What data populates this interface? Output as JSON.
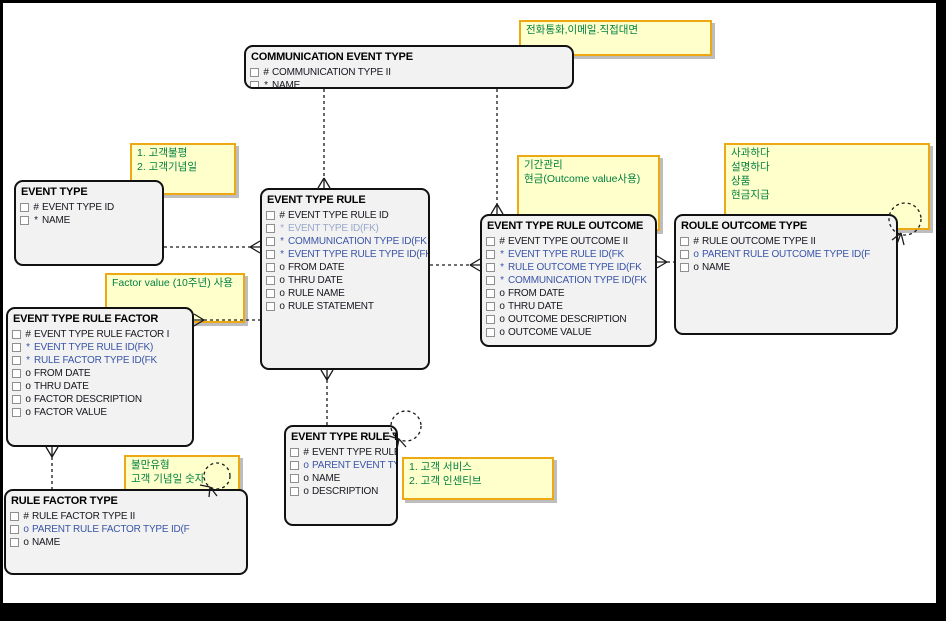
{
  "diagram": {
    "colors": {
      "note_fill": "#ffffcc",
      "note_border": "#eda913",
      "note_text": "#008040",
      "entity_fill": "#f2f2f2",
      "attr_text": "#17171f",
      "fk_text": "#3a55a8",
      "fk_dim_text": "#9aa8cc",
      "line_color": "#1a1a1a"
    },
    "entities": [
      {
        "id": "communication-event-type",
        "title": "COMMUNICATION EVENT TYPE",
        "attributes": [
          {
            "prefix": "#",
            "label": "COMMUNICATION TYPE II",
            "kind": "pk"
          },
          {
            "prefix": "*",
            "label": "NAME",
            "kind": "req"
          }
        ]
      },
      {
        "id": "event-type",
        "title": "EVENT TYPE",
        "attributes": [
          {
            "prefix": "#",
            "label": "EVENT TYPE ID",
            "kind": "pk"
          },
          {
            "prefix": "*",
            "label": "NAME",
            "kind": "req"
          }
        ]
      },
      {
        "id": "event-type-rule",
        "title": "EVENT TYPE RULE",
        "attributes": [
          {
            "prefix": "#",
            "label": "EVENT TYPE RULE ID",
            "kind": "pk"
          },
          {
            "prefix": "*",
            "label": "EVENT TYPE ID(FK)",
            "kind": "fkdim"
          },
          {
            "prefix": "*",
            "label": "COMMUNICATION TYPE ID(FK",
            "kind": "fk"
          },
          {
            "prefix": "*",
            "label": "EVENT TYPE RULE TYPE ID(FK",
            "kind": "fk"
          },
          {
            "prefix": "o",
            "label": "FROM DATE",
            "kind": "opt"
          },
          {
            "prefix": "o",
            "label": "THRU DATE",
            "kind": "opt"
          },
          {
            "prefix": "o",
            "label": "RULE NAME",
            "kind": "opt"
          },
          {
            "prefix": "o",
            "label": "RULE STATEMENT",
            "kind": "opt"
          }
        ]
      },
      {
        "id": "event-type-rule-outcome",
        "title": "EVENT TYPE RULE OUTCOME",
        "attributes": [
          {
            "prefix": "#",
            "label": "EVENT TYPE OUTCOME II",
            "kind": "pk"
          },
          {
            "prefix": "*",
            "label": "EVENT TYPE RULE ID(FK",
            "kind": "fk"
          },
          {
            "prefix": "*",
            "label": "RULE OUTCOME TYPE ID(FK",
            "kind": "fk"
          },
          {
            "prefix": "*",
            "label": "COMMUNICATION TYPE ID(FK",
            "kind": "fk"
          },
          {
            "prefix": "o",
            "label": "FROM DATE",
            "kind": "opt"
          },
          {
            "prefix": "o",
            "label": "THRU DATE",
            "kind": "opt"
          },
          {
            "prefix": "o",
            "label": "OUTCOME DESCRIPTION",
            "kind": "opt"
          },
          {
            "prefix": "o",
            "label": "OUTCOME VALUE",
            "kind": "opt"
          }
        ]
      },
      {
        "id": "roule-outcome-type",
        "title": "ROULE OUTCOME TYPE",
        "attributes": [
          {
            "prefix": "#",
            "label": "RULE OUTCOME TYPE II",
            "kind": "pk"
          },
          {
            "prefix": "o",
            "label": "PARENT RULE OUTCOME TYPE ID(F",
            "kind": "fk"
          },
          {
            "prefix": "o",
            "label": "NAME",
            "kind": "opt"
          }
        ]
      },
      {
        "id": "event-type-rule-factor",
        "title": "EVENT TYPE RULE FACTOR",
        "attributes": [
          {
            "prefix": "#",
            "label": "EVENT TYPE RULE FACTOR I",
            "kind": "pk"
          },
          {
            "prefix": "*",
            "label": "EVENT TYPE RULE ID(FK)",
            "kind": "fk"
          },
          {
            "prefix": "*",
            "label": "RULE FACTOR TYPE ID(FK",
            "kind": "fk"
          },
          {
            "prefix": "o",
            "label": "FROM DATE",
            "kind": "opt"
          },
          {
            "prefix": "o",
            "label": "THRU DATE",
            "kind": "opt"
          },
          {
            "prefix": "o",
            "label": "FACTOR DESCRIPTION",
            "kind": "opt"
          },
          {
            "prefix": "o",
            "label": "FACTOR VALUE",
            "kind": "opt"
          }
        ]
      },
      {
        "id": "rule-factor-type",
        "title": "RULE FACTOR TYPE",
        "attributes": [
          {
            "prefix": "#",
            "label": "RULE FACTOR TYPE II",
            "kind": "pk"
          },
          {
            "prefix": "o",
            "label": "PARENT RULE FACTOR TYPE ID(F",
            "kind": "fk"
          },
          {
            "prefix": "o",
            "label": "NAME",
            "kind": "opt"
          }
        ]
      },
      {
        "id": "event-type-rule-typ",
        "title": "EVENT TYPE RULE TYP",
        "attributes": [
          {
            "prefix": "#",
            "label": "EVENT TYPE RULE T",
            "kind": "pk"
          },
          {
            "prefix": "o",
            "label": "PARENT EVENT TYP",
            "kind": "fk"
          },
          {
            "prefix": "o",
            "label": "NAME",
            "kind": "opt"
          },
          {
            "prefix": "o",
            "label": "DESCRIPTION",
            "kind": "opt"
          }
        ]
      }
    ],
    "notes": [
      {
        "id": "note-communication-types",
        "text": "전화통화,이메일.직접대면"
      },
      {
        "id": "note-event-type-examples",
        "text": "1. 고객불평\n2. 고객기념일"
      },
      {
        "id": "note-outcome-usage",
        "text": "기간관리\n현금(Outcome value사용)"
      },
      {
        "id": "note-outcome-type-examples",
        "text": "사과하다\n설명하다\n상품\n현금지급"
      },
      {
        "id": "note-factor-value",
        "text": "Factor value (10주년) 사용"
      },
      {
        "id": "note-factor-type-examples",
        "text": "불만유형\n고객 기념일 숫자"
      },
      {
        "id": "note-rule-type-examples",
        "text": "1. 고객 서비스\n2. 고객 인센티브"
      }
    ],
    "relationships": [
      {
        "from": "COMMUNICATION EVENT TYPE",
        "to": "EVENT TYPE RULE",
        "many_end": "EVENT TYPE RULE",
        "style": "dashed"
      },
      {
        "from": "COMMUNICATION EVENT TYPE",
        "to": "EVENT TYPE RULE OUTCOME",
        "many_end": "EVENT TYPE RULE OUTCOME",
        "style": "dashed"
      },
      {
        "from": "EVENT TYPE",
        "to": "EVENT TYPE RULE",
        "many_end": "EVENT TYPE RULE",
        "style": "dashed"
      },
      {
        "from": "EVENT TYPE RULE",
        "to": "EVENT TYPE RULE OUTCOME",
        "many_end": "EVENT TYPE RULE OUTCOME",
        "style": "dashed"
      },
      {
        "from": "ROULE OUTCOME TYPE",
        "to": "EVENT TYPE RULE OUTCOME",
        "many_end": "EVENT TYPE RULE OUTCOME",
        "style": "dashed"
      },
      {
        "from": "EVENT TYPE RULE TYP",
        "to": "EVENT TYPE RULE",
        "many_end": "EVENT TYPE RULE",
        "style": "dashed"
      },
      {
        "from": "EVENT TYPE RULE",
        "to": "EVENT TYPE RULE FACTOR",
        "many_end": "EVENT TYPE RULE FACTOR",
        "style": "dashed"
      },
      {
        "from": "RULE FACTOR TYPE",
        "to": "EVENT TYPE RULE FACTOR",
        "many_end": "EVENT TYPE RULE FACTOR",
        "style": "dashed"
      },
      {
        "self": "ROULE OUTCOME TYPE",
        "style": "dashed-circle"
      },
      {
        "self": "EVENT TYPE RULE TYP",
        "style": "dashed-circle"
      },
      {
        "self": "RULE FACTOR TYPE",
        "style": "dashed-circle"
      }
    ]
  }
}
